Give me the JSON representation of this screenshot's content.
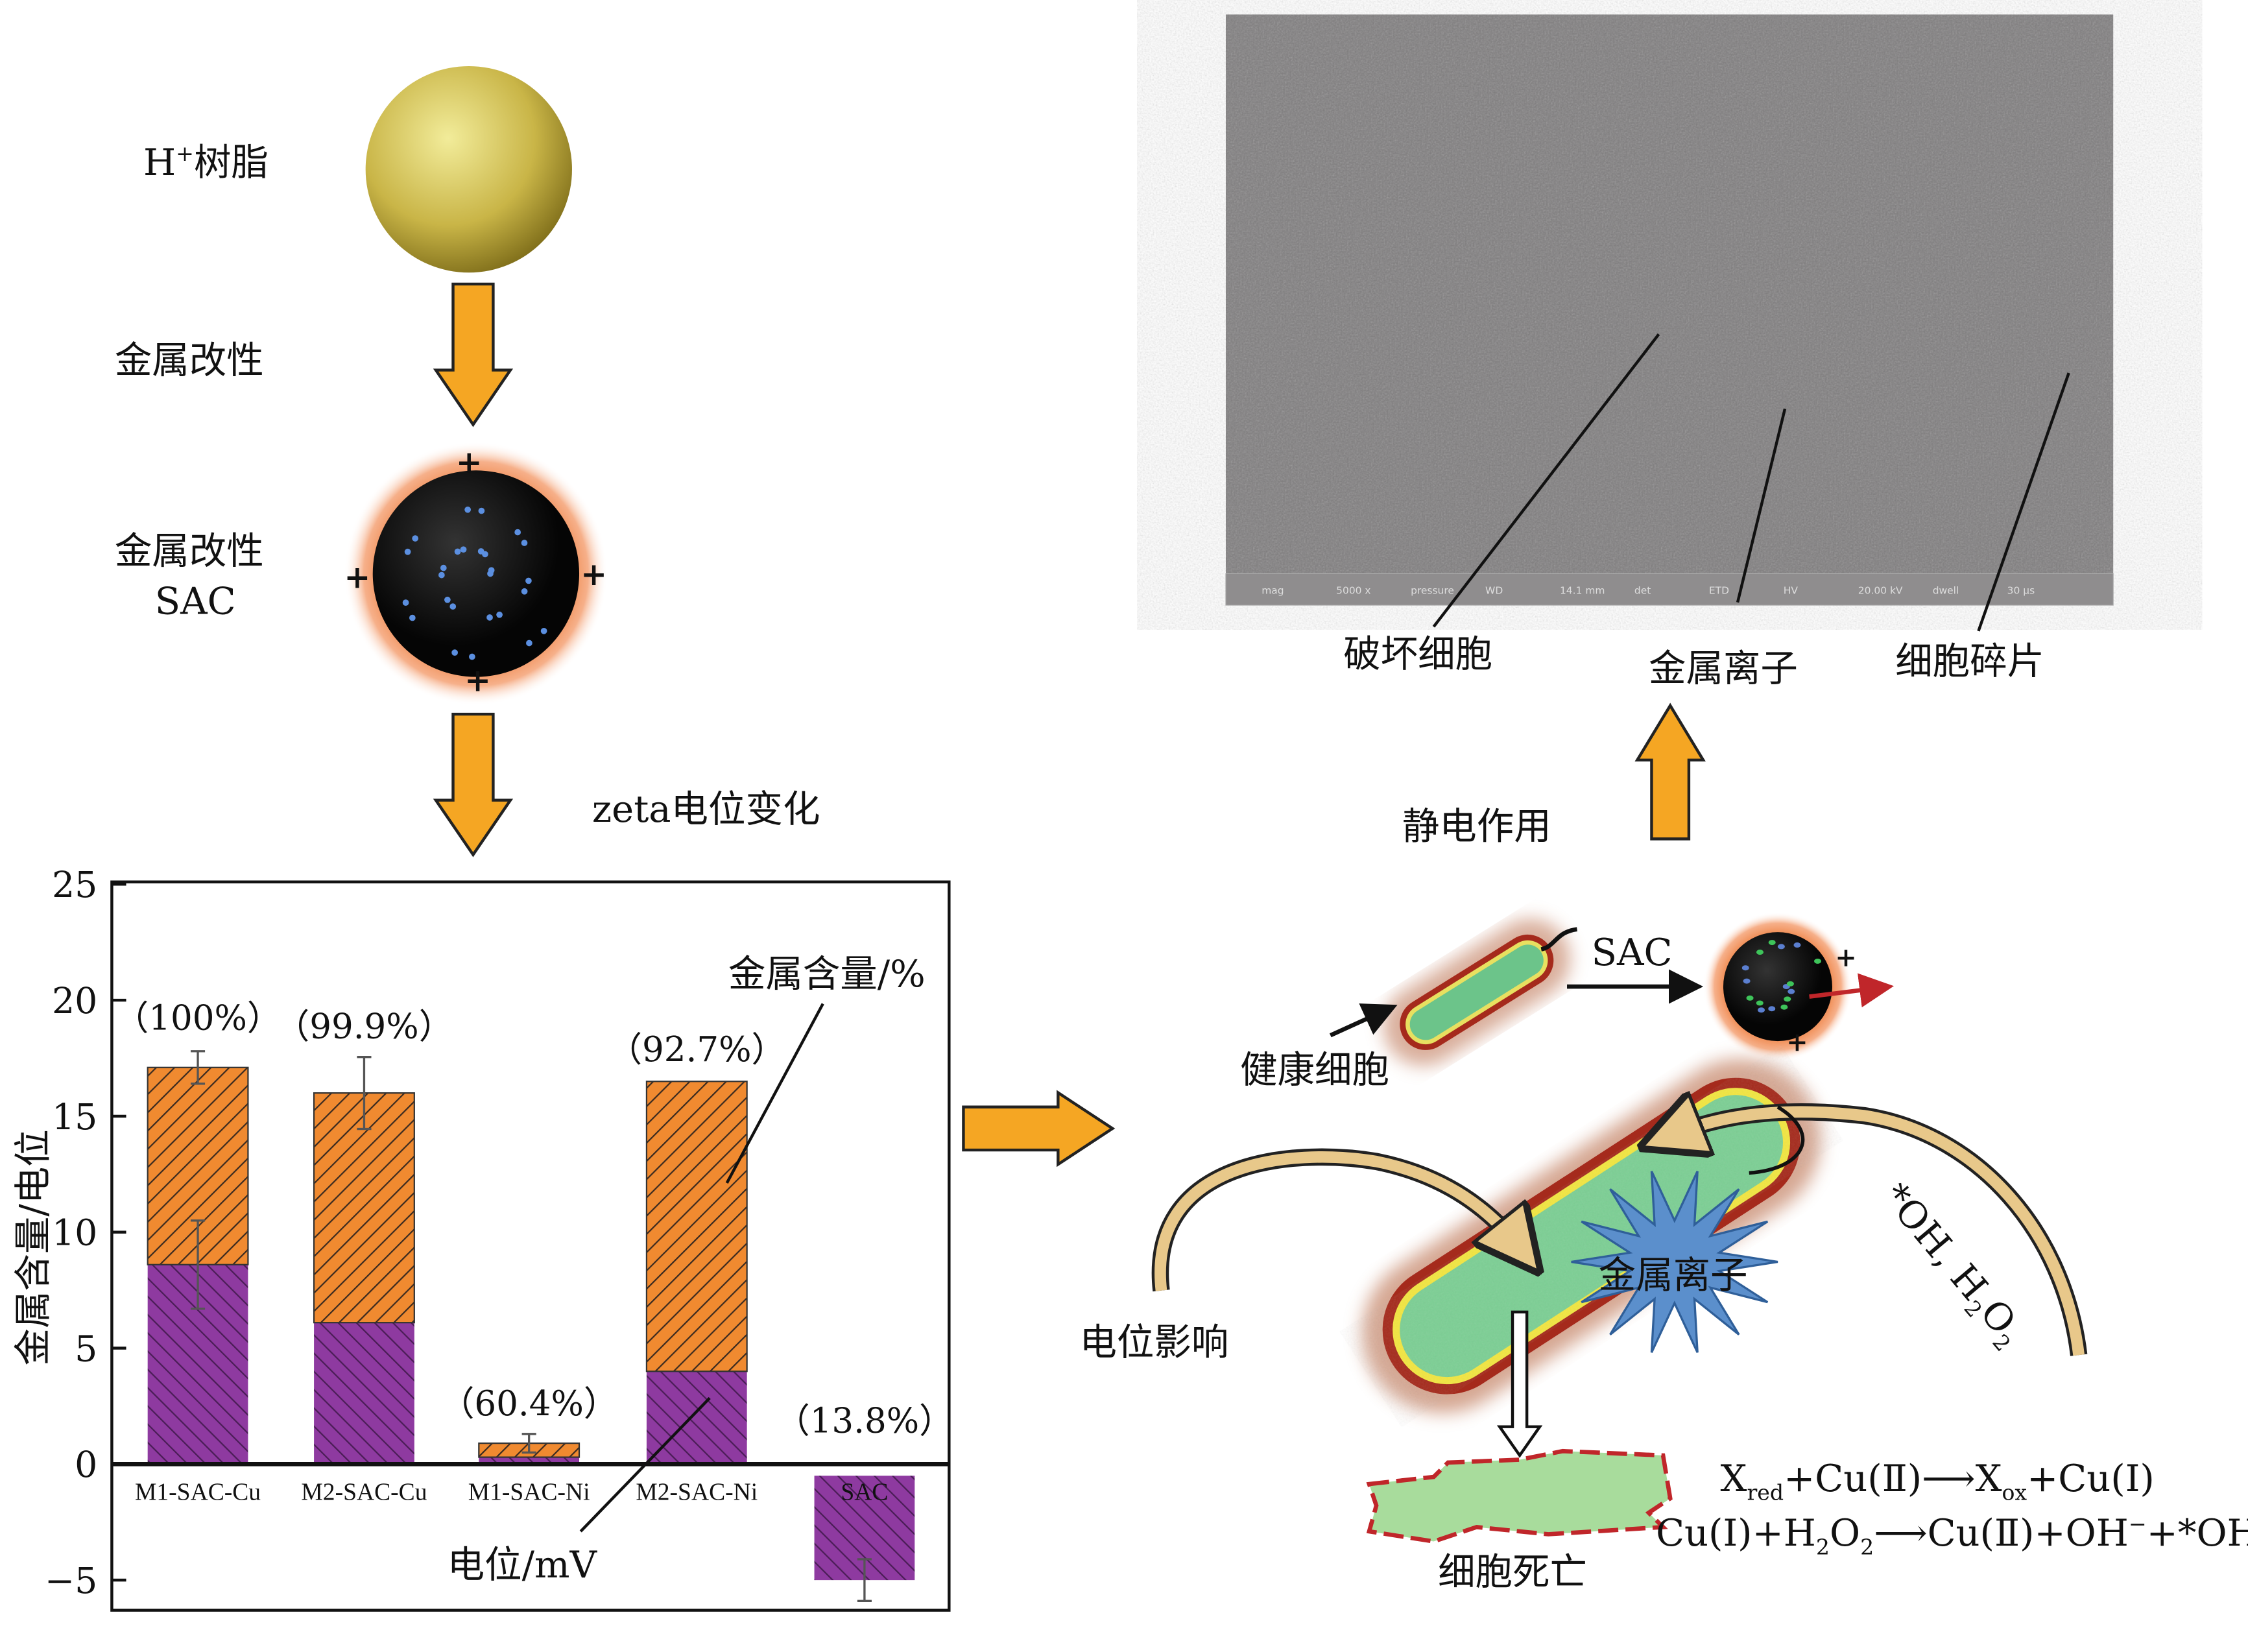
{
  "left_panel": {
    "resin_label": "H",
    "resin_label_sup": "+",
    "resin_label_rest": "树脂",
    "modify_label": "金属改性",
    "sac_label_line1": "金属改性",
    "sac_label_line2": "SAC",
    "zeta_label": "zeta电位变化",
    "plus": "+"
  },
  "chart_data": {
    "type": "bar",
    "stacked": true,
    "title": "",
    "xlabel": "",
    "ylabel": "金属含量/电位",
    "ylim": [
      -6.3,
      25.1
    ],
    "yticks": [
      -5,
      0,
      5,
      10,
      15,
      20,
      25
    ],
    "ytick_labels": [
      "−5",
      "0",
      "5",
      "10",
      "15",
      "20",
      "25"
    ],
    "categories": [
      "M1-SAC-Cu",
      "M2-SAC-Cu",
      "M1-SAC-Ni",
      "M2-SAC-Ni",
      "SAC"
    ],
    "percent_labels": [
      "（100%）",
      "（99.9%）",
      "（60.4%）",
      "（92.7%）",
      "（13.8%）"
    ],
    "series": [
      {
        "name": "电位/mV",
        "color": "#8e3aa0",
        "values": [
          8.6,
          6.1,
          0.3,
          4.0,
          -5.0
        ],
        "error": [
          1.9,
          null,
          null,
          null,
          0.9
        ]
      },
      {
        "name": "金属含量/%",
        "color": "#f08a30",
        "values": [
          8.5,
          9.9,
          0.6,
          12.5,
          0
        ],
        "error": [
          0.7,
          1.55,
          0.4,
          null,
          null
        ]
      }
    ],
    "annotations": [
      "金属含量/%",
      "电位/mV"
    ],
    "grid": false
  },
  "right_panel": {
    "sem_info": [
      "mag",
      "5000 x",
      "pressure",
      "WD",
      "14.1 mm",
      "det",
      "ETD",
      "HV",
      "20.00 kV",
      "dwell",
      "30 μs"
    ],
    "damaged_cell_label": "破坏细胞",
    "metal_ion_label": "金属离子",
    "cell_debris_label": "细胞碎片",
    "electrostatic_label": "静电作用",
    "sac_label": "SAC",
    "healthy_cell_label": "健康细胞",
    "star_label": "金属离子",
    "potential_effect_label": "电位影响",
    "radical_label": "*OH, H",
    "radical_sub": "2",
    "radical_o": "O",
    "radical_sub2": "2",
    "cell_death_label": "细胞死亡",
    "eq1": [
      "X",
      "red",
      "+Cu(Ⅱ)⟶X",
      "ox",
      "+Cu(Ⅰ)"
    ],
    "eq2": [
      "Cu(Ⅰ)+H",
      "2",
      "O",
      "2",
      "⟶Cu(Ⅱ)+OH",
      "−",
      "+*OH"
    ]
  },
  "colors": {
    "arrow": "#f5a623",
    "orange": "#f08a30",
    "purple": "#8e3aa0",
    "sem": "#7f7d7e"
  }
}
